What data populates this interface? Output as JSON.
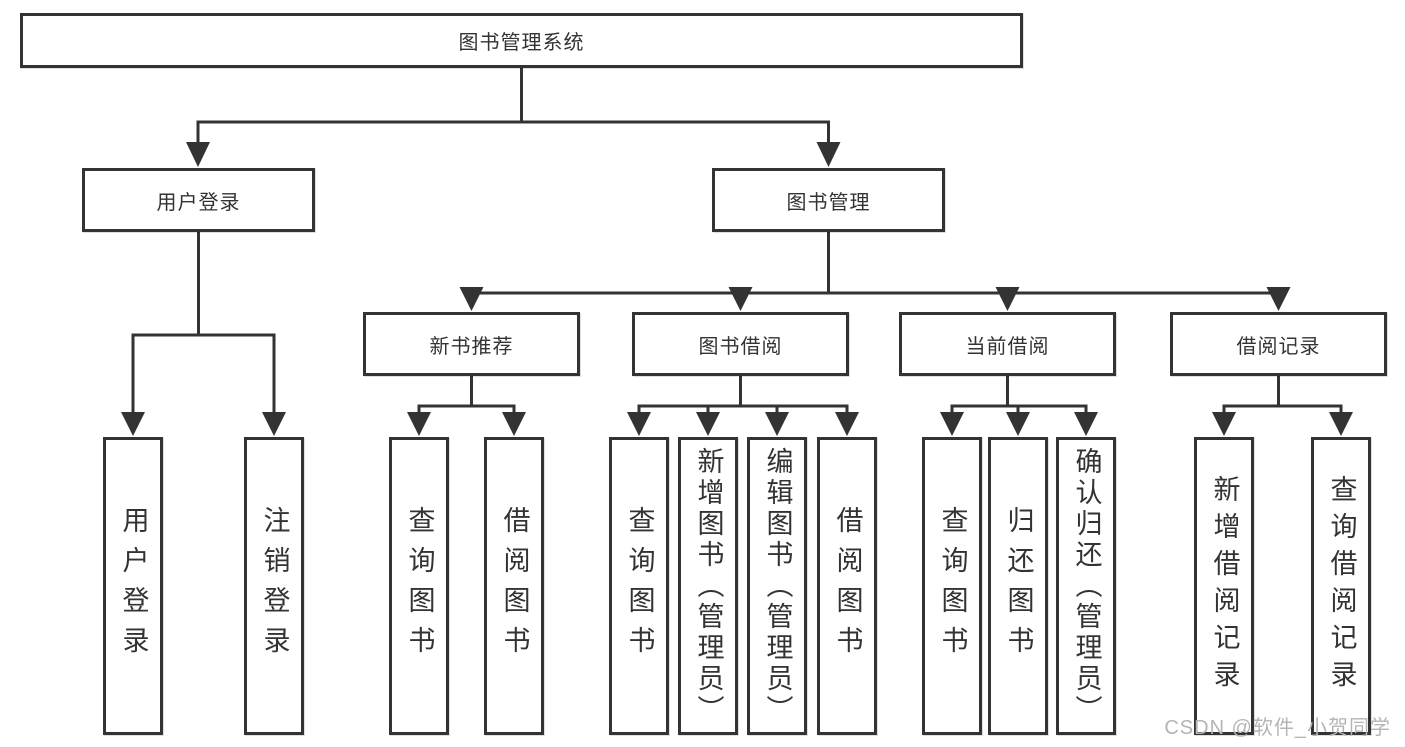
{
  "tree": {
    "root_label": "图书管理系统",
    "user_login": {
      "label": "用户登录",
      "children": [
        "用户登录",
        "注销登录"
      ]
    },
    "book_management": {
      "label": "图书管理",
      "sections": [
        {
          "label": "新书推荐",
          "children": [
            "查询图书",
            "借阅图书"
          ]
        },
        {
          "label": "图书借阅",
          "children": [
            "查询图书",
            "新增图书（管理员）",
            "编辑图书（管理员）",
            "借阅图书"
          ]
        },
        {
          "label": "当前借阅",
          "children": [
            "查询图书",
            "归还图书",
            "确认归还（管理员）"
          ]
        },
        {
          "label": "借阅记录",
          "children": [
            "新增借阅记录",
            "查询借阅记录"
          ]
        }
      ]
    }
  },
  "watermark": "CSDN @软件_小贺同学",
  "colors": {
    "line": "#333333",
    "text": "#333333",
    "watermark": "#b5b5b5",
    "background": "#ffffff"
  }
}
